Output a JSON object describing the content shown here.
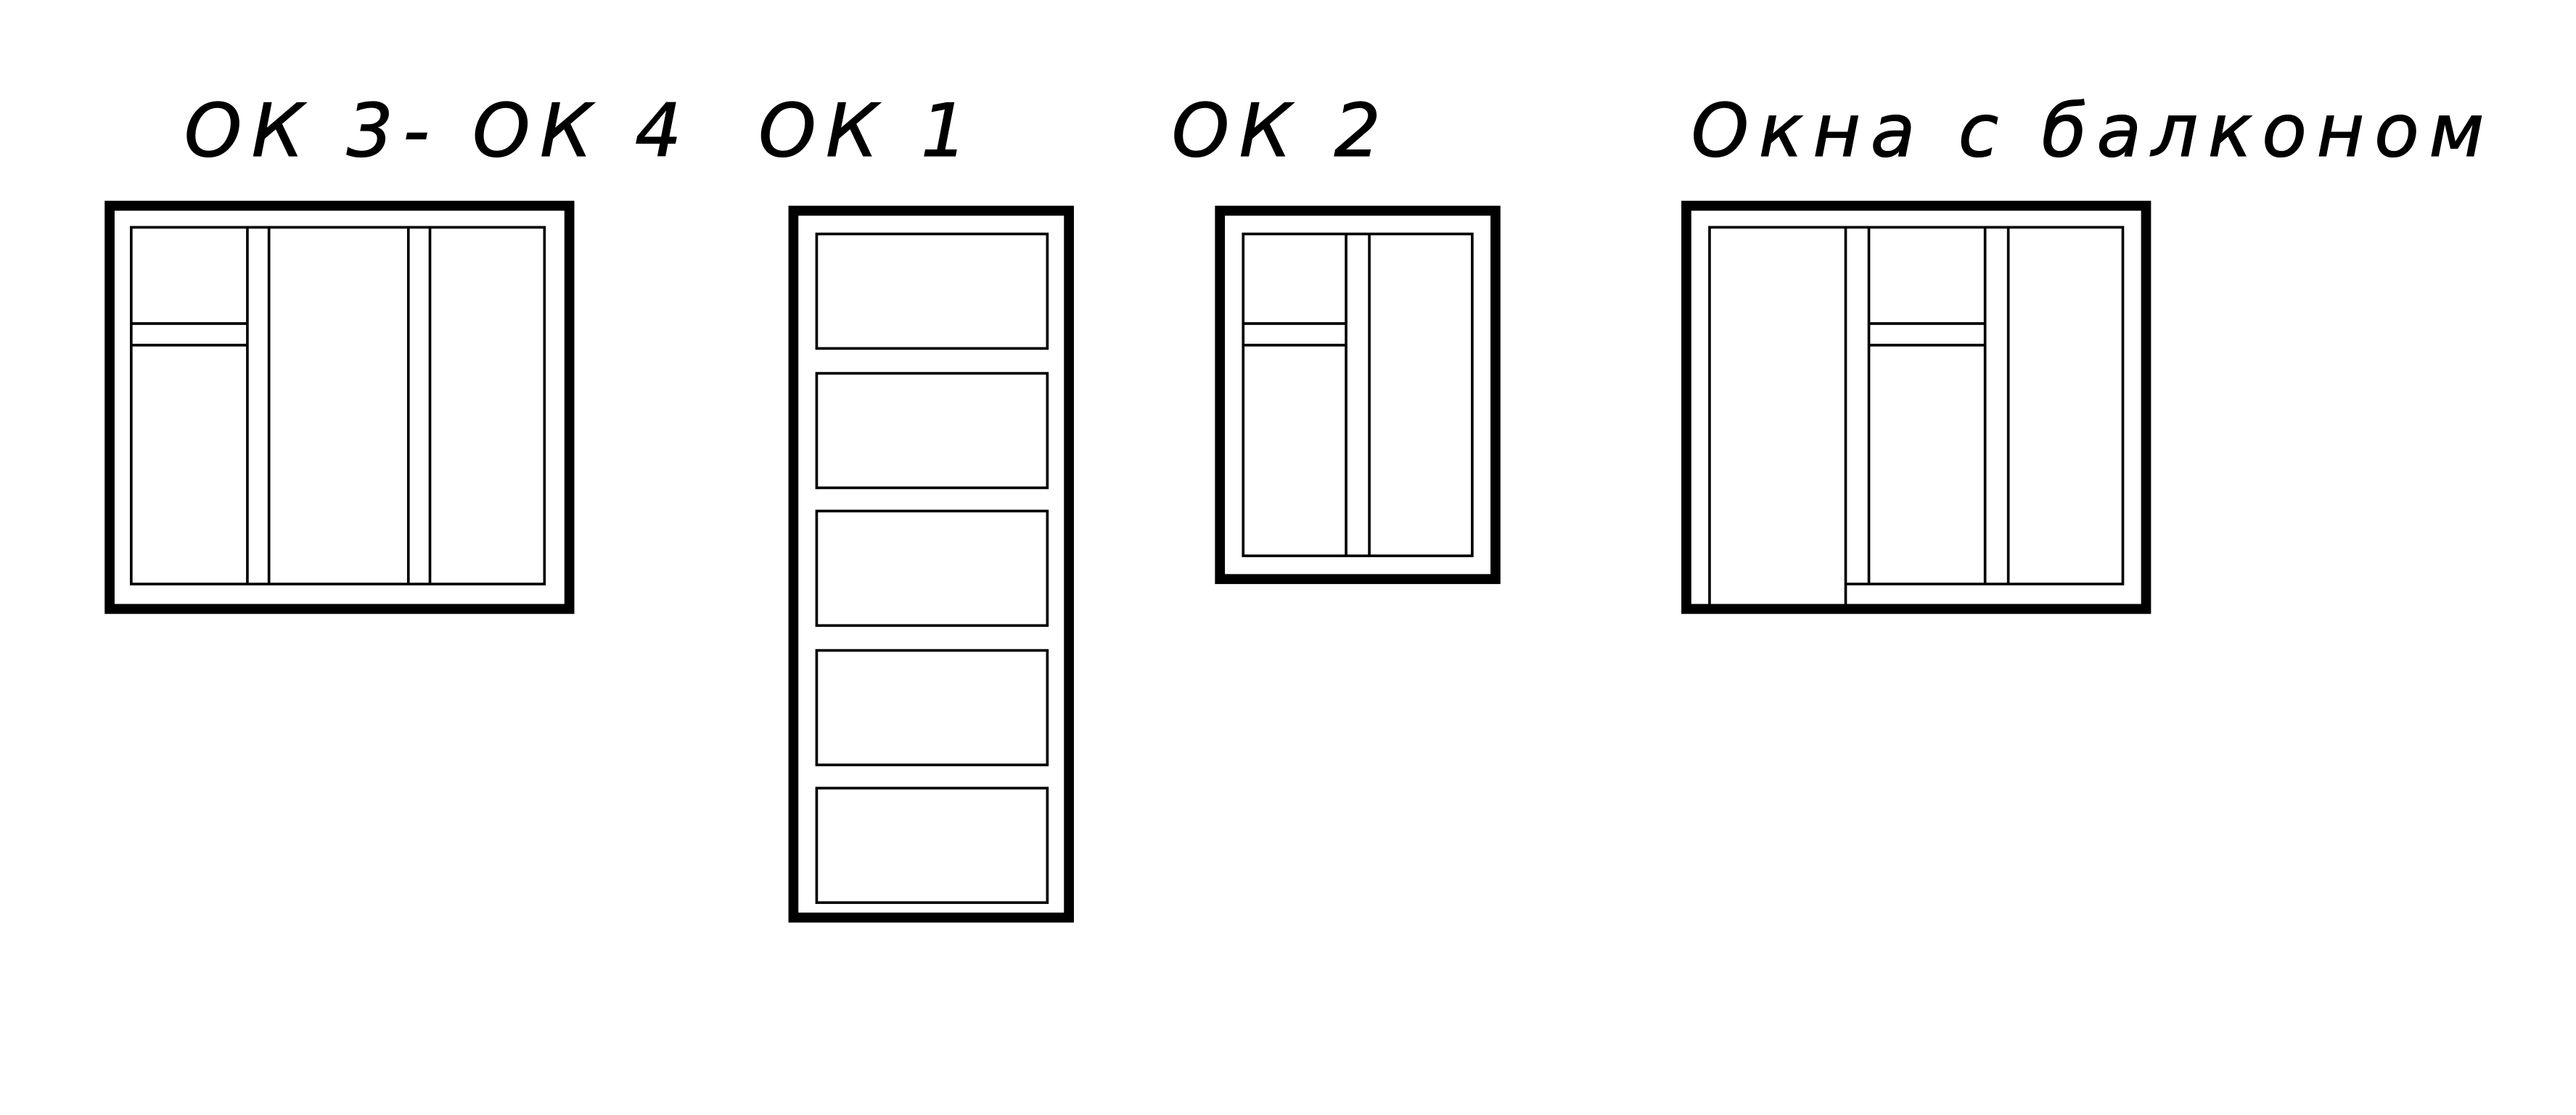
{
  "colors": {
    "background": "#ffffff",
    "line": "#000000"
  },
  "windows": {
    "ok3_ok4": {
      "label": "ОК 3- ОК 4"
    },
    "ok1": {
      "label": "ОК 1"
    },
    "ok2": {
      "label": "ОК 2"
    },
    "balcony": {
      "label": "Окна с балконом"
    }
  }
}
